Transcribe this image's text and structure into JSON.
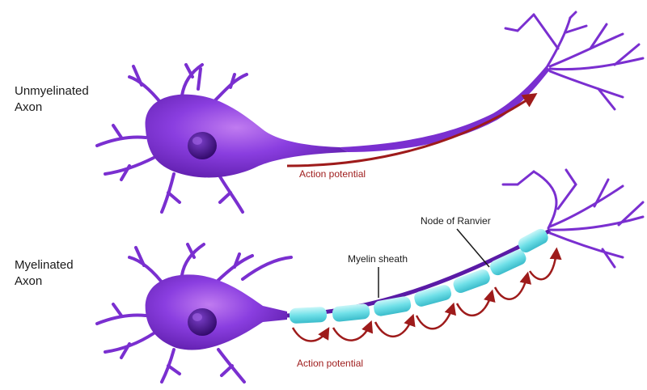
{
  "top": {
    "line1": "Unmyelinated",
    "line2": "Axon",
    "action": "Action potential"
  },
  "bottom": {
    "line1": "Myelinated",
    "line2": "Axon",
    "action": "Action potential",
    "sheath": "Myelin sheath",
    "node": "Node of Ranvier"
  },
  "colors": {
    "neuron": "#7a2fd0",
    "neuron_dark": "#5a1aa6",
    "nucleus": "#3d0a80",
    "myelin": "#6fe0e8",
    "arrow": "#9e1b1b"
  }
}
